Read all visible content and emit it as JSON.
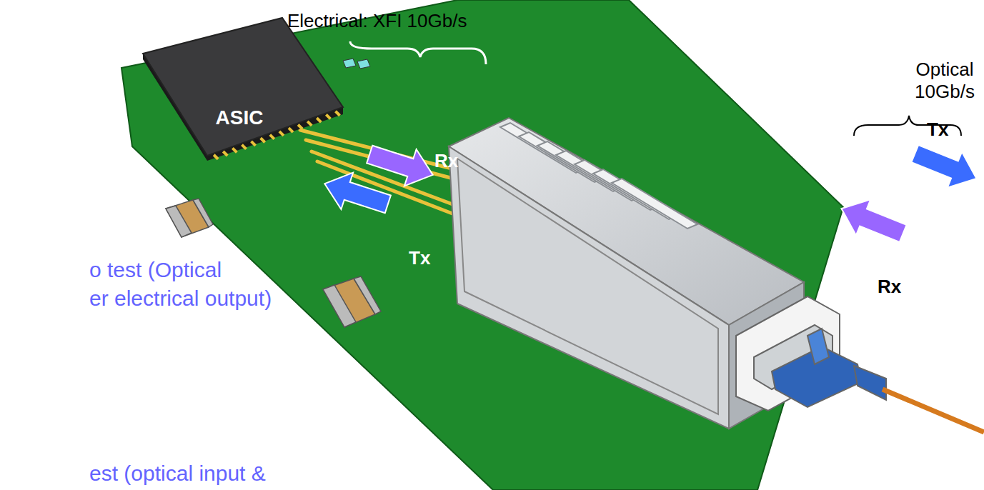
{
  "diagram": {
    "nodes": [
      {
        "text": [
          "ASIC"
        ]
      }
    ],
    "labels": [
      "Electrical: XFI 10Gb/s",
      "Rx",
      "Tx",
      "Optical 10Gb/s",
      "Tx",
      "Rx",
      "o test (Optical",
      "er electrical output)",
      "est (optical input &"
    ]
  }
}
